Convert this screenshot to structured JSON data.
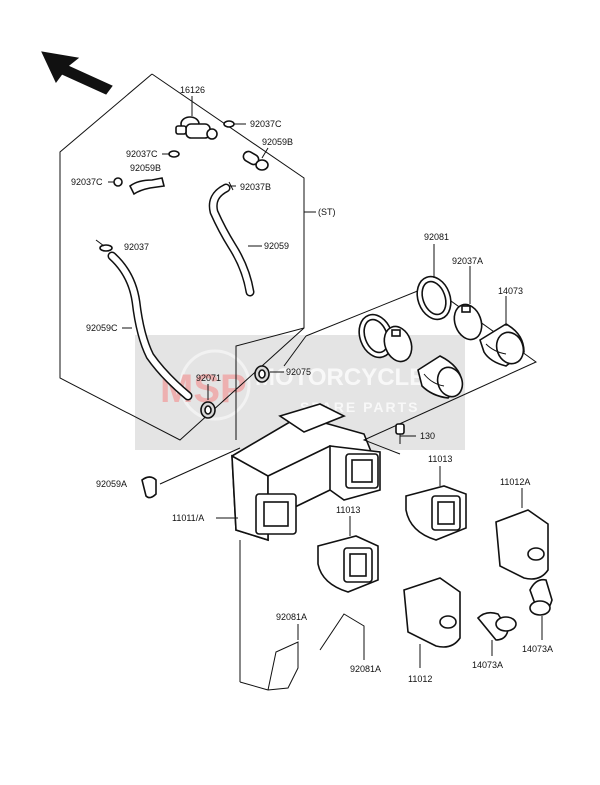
{
  "watermark": {
    "brand_letters": "MSP",
    "line1": "MOTORCYCLE",
    "line2": "SPARE PARTS"
  },
  "labels": {
    "p16126": "16126",
    "p92037C_a": "92037C",
    "p92037C_b": "92037C",
    "p92037C_c": "92037C",
    "p92059B_a": "92059B",
    "p92059B_b": "92059B",
    "p92037B": "92037B",
    "st": "(ST)",
    "p92037": "92037",
    "p92059": "92059",
    "p92059C": "92059C",
    "p92081": "92081",
    "p92037A": "92037A",
    "p14073": "14073",
    "p92071": "92071",
    "p92075": "92075",
    "p130": "130",
    "p92059A": "92059A",
    "p11011A": "11011/A",
    "p11013_a": "11013",
    "p11013_b": "11013",
    "p11012A": "11012A",
    "p92081A_a": "92081A",
    "p92081A_b": "92081A",
    "p11012": "11012",
    "p14073A_a": "14073A",
    "p14073A_b": "14073A"
  },
  "colors": {
    "ink": "#111111",
    "watermark": "#c8c8c8",
    "watermark_logo": "#e07070"
  }
}
